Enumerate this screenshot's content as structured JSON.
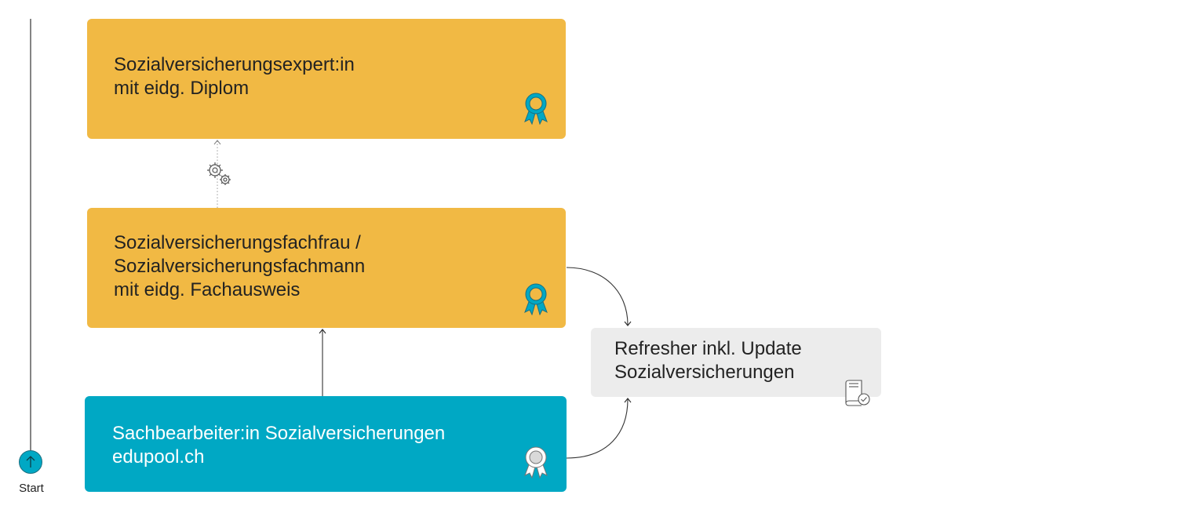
{
  "diagram": {
    "boxes": {
      "expert": {
        "lines": [
          "Sozialversicherungsexpert:in",
          "mit eidg. Diplom"
        ],
        "color": "#f1b944",
        "icon": "award-ribbon-icon"
      },
      "fach": {
        "lines": [
          "Sozialversicherungsfachfrau /",
          "Sozialversicherungsfachmann",
          "mit eidg. Fachausweis"
        ],
        "color": "#f1b944",
        "icon": "award-ribbon-icon"
      },
      "sach": {
        "lines": [
          "Sachbearbeiter:in Sozialversicherungen",
          "edupool.ch"
        ],
        "color": "#00a8c4",
        "icon": "certificate-ribbon-icon"
      },
      "refresher": {
        "lines": [
          "Refresher inkl. Update",
          "Sozialversicherungen"
        ],
        "color": "#ececec",
        "icon": "book-check-icon"
      }
    },
    "connector_icon": "gears-icon",
    "start": {
      "label": "Start",
      "icon": "arrow-up-icon",
      "color": "#00a8c4"
    },
    "colors": {
      "accent_teal": "#00a8c4",
      "accent_orange": "#f1b944",
      "neutral": "#ececec"
    }
  }
}
